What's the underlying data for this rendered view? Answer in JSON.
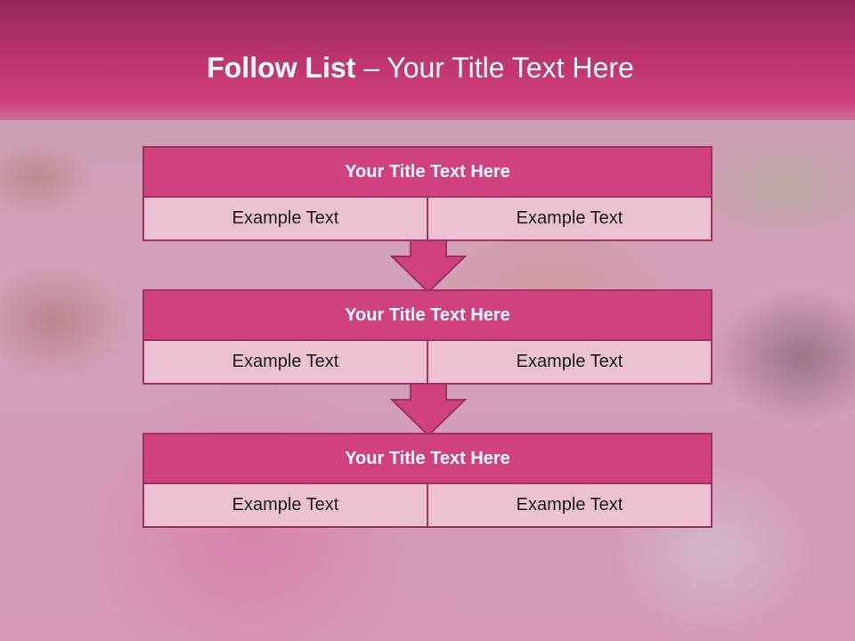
{
  "title": {
    "strong": "Follow List",
    "rest": " – Your Title Text Here"
  },
  "colors": {
    "header": "#c13672",
    "box_title": "#d0427f",
    "box_cell": "#ecc2d3",
    "border": "#a0305f"
  },
  "blocks": [
    {
      "title": "Your Title Text Here",
      "left": "Example Text",
      "right": "Example Text"
    },
    {
      "title": "Your Title Text Here",
      "left": "Example Text",
      "right": "Example Text"
    },
    {
      "title": "Your Title Text Here",
      "left": "Example Text",
      "right": "Example Text"
    }
  ]
}
